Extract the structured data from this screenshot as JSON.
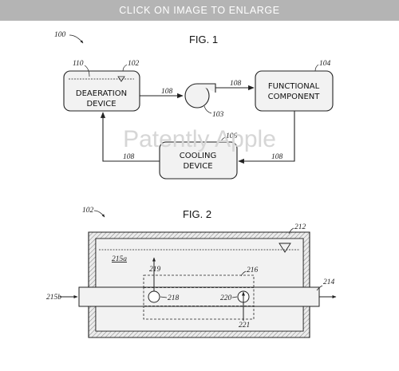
{
  "banner": {
    "text": "CLICK ON IMAGE TO ENLARGE"
  },
  "watermark": "Patently Apple",
  "fig1": {
    "title": "FIG. 1",
    "ref": "100",
    "deaeration": {
      "line1": "DEAERATION",
      "line2": "DEVICE",
      "ref": "102",
      "level_ref": "110"
    },
    "pump_ref": "103",
    "functional": {
      "line1": "FUNCTIONAL",
      "line2": "COMPONENT",
      "ref": "104"
    },
    "cooling": {
      "line1": "COOLING",
      "line2": "DEVICE",
      "ref": "106"
    },
    "flow_ref": "108"
  },
  "fig2": {
    "title": "FIG. 2",
    "ref": "102",
    "labels": {
      "outer": "212",
      "pipe_right": "214",
      "liquid": "215a",
      "pipe_left": "215b",
      "region": "216",
      "sensor_left": "218",
      "arrow_up": "219",
      "sensor_right": "220",
      "arrow_in": "221"
    }
  },
  "colors": {
    "banner_bg": "#b4b4b4",
    "banner_text": "#ffffff",
    "box_fill": "#f2f2f2",
    "line": "#222222",
    "watermark": "#d6d6d6"
  }
}
